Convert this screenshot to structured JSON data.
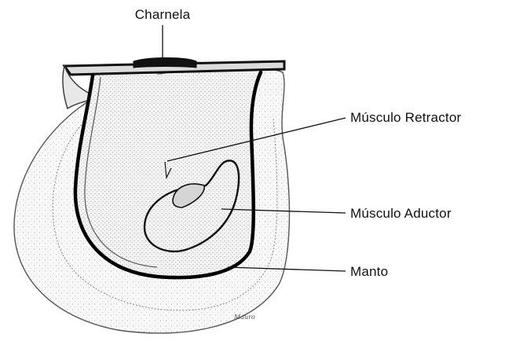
{
  "diagram": {
    "labels": {
      "hinge": "Charnela",
      "retractor_muscle": "Músculo Retractor",
      "adductor_muscle": "Músculo Aductor",
      "mantle": "Manto"
    },
    "signature": "Mauro",
    "colors": {
      "ink": "#111111",
      "shell_fill": "#f7f7f7",
      "body_fill": "#f1f1f1",
      "muscle_fill": "#eaeaea"
    }
  }
}
